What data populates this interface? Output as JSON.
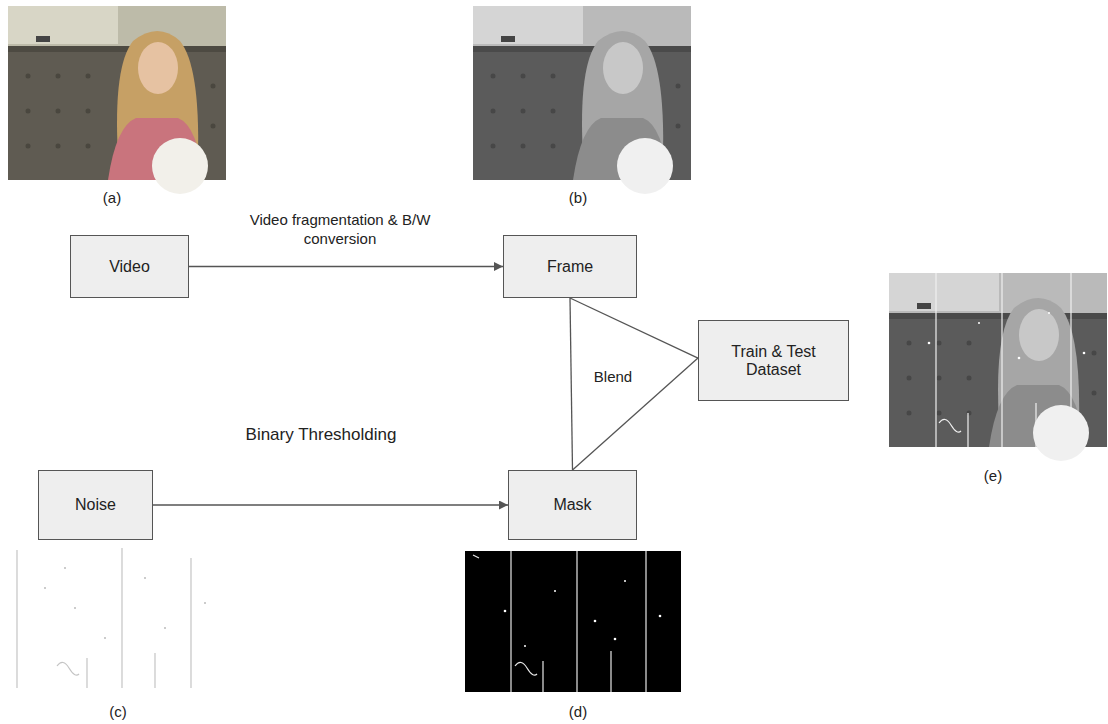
{
  "diagram": {
    "nodes": [
      {
        "text": [
          "Video"
        ]
      },
      {
        "text": [
          "Frame"
        ]
      },
      {
        "text": [
          "Train & Test Dataset"
        ]
      },
      {
        "text": [
          "Noise"
        ]
      },
      {
        "text": [
          "Mask"
        ]
      }
    ],
    "edges": [
      {
        "from": 0,
        "to": 1,
        "arrow": "to",
        "label": "Video fragmentation & B/W conversion"
      },
      {
        "from": 3,
        "to": 4,
        "arrow": "to",
        "label": "Binary Thresholding"
      },
      {
        "from": 1,
        "to": 4,
        "arrow": "none"
      },
      {
        "from": 1,
        "to": 2,
        "arrow": "none"
      },
      {
        "from": 4,
        "to": 2,
        "arrow": "none"
      }
    ],
    "labels": [
      "(a)",
      "(b)",
      "(c)",
      "(d)",
      "(e)",
      "Blend"
    ]
  }
}
